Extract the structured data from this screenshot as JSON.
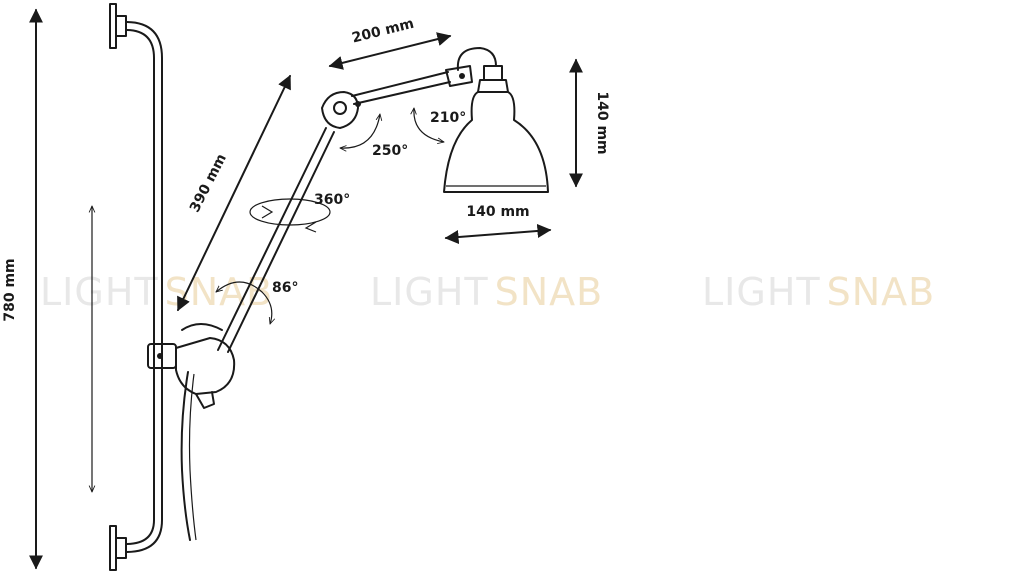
{
  "dimensions": {
    "total_height": "780 mm",
    "arm_lower": "390 mm",
    "arm_upper": "200 mm",
    "shade_height": "140 mm",
    "shade_width": "140 mm"
  },
  "angles": {
    "base_swivel": "360°",
    "base_tilt": "86°",
    "elbow": "250°",
    "head": "210°"
  },
  "watermark": {
    "word1": "LIGHT",
    "word2": "SNAB",
    "color1": "#e6e6e6",
    "color2": "#f3e6cc"
  }
}
